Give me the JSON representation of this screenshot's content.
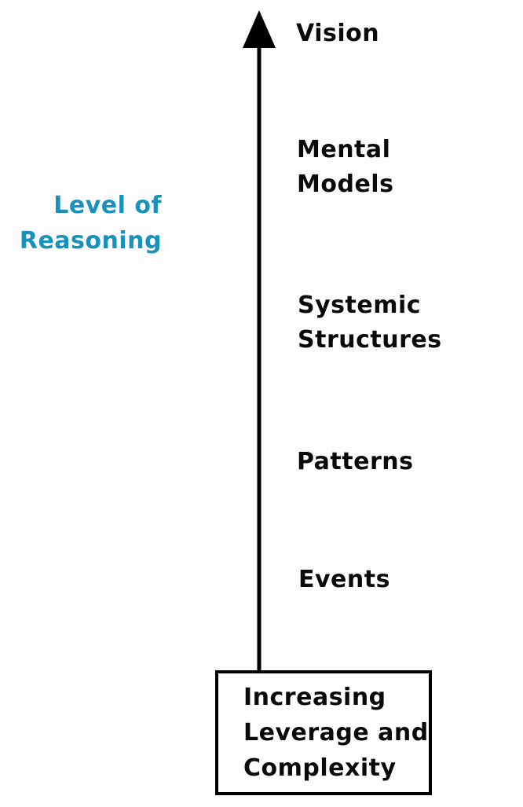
{
  "colors": {
    "accent": "#1892BA",
    "ink": "#0A0A0A",
    "arrow": "#000000",
    "background": "#FDFDFF"
  },
  "axis_label": {
    "text": "Level of\nReasoning"
  },
  "levels": [
    {
      "text": "Vision"
    },
    {
      "text": "Mental\nModels"
    },
    {
      "text": "Systemic\nStructures"
    },
    {
      "text": "Patterns"
    },
    {
      "text": "Events"
    }
  ],
  "box": {
    "text": "Increasing\nLeverage and\nComplexity"
  },
  "arrow": {
    "direction": "up"
  }
}
